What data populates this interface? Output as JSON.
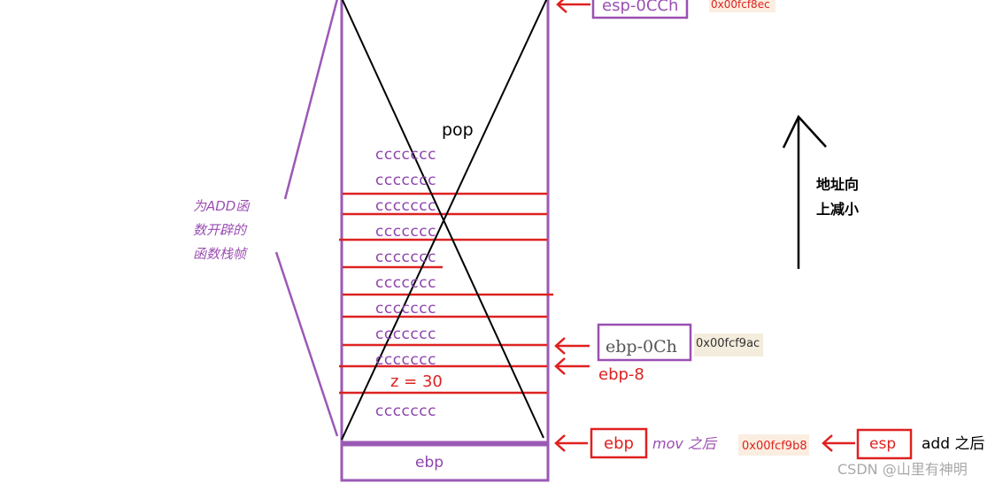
{
  "stack": {
    "top_label": "pop",
    "slots": [
      "ccccccc",
      "ccccccc",
      "ccccccc",
      "ccccccc",
      "ccccccc",
      "ccccccc",
      "ccccccc",
      "ccccccc",
      "ccccccc"
    ],
    "z_label": "z = 30",
    "last_slot": "ccccccc",
    "base_label": "ebp"
  },
  "side_note": [
    "为ADD函",
    "数开辟的",
    "函数栈帧"
  ],
  "direction_note": [
    "地址向",
    "上减小"
  ],
  "pointers": {
    "esp_offset": "esp-0CCh",
    "esp_offset_addr": "0x00fcf8ec",
    "ebp_0c": "ebp-0Ch",
    "ebp_0c_addr": "0x00fcf9ac",
    "ebp_8": "ebp-8",
    "ebp_box": "ebp",
    "mov_after": "mov 之后",
    "ebp_addr": "0x00fcf9b8",
    "esp_box": "esp",
    "add_after": "add 之后"
  },
  "watermark": "CSDN @山里有神明",
  "colors": {
    "stack_border": "#9b59b6",
    "slot_text": "#8e44ad",
    "red_line": "#dd2222",
    "box_red": "#e02020",
    "box_purple": "#9b4fb3",
    "addr_bg": "#fbeee0",
    "black": "#000000"
  }
}
